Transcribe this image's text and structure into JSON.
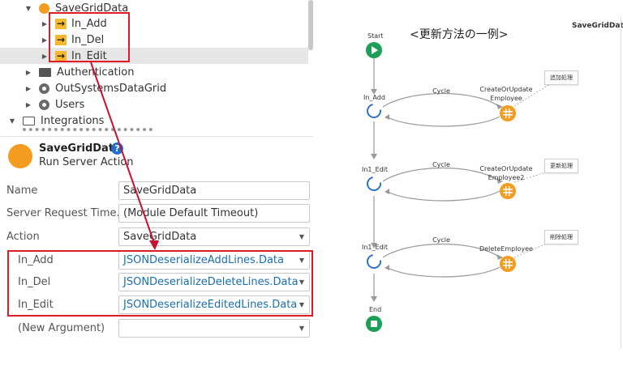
{
  "tree": {
    "items": [
      {
        "label": "SaveGridData"
      },
      {
        "label": "In_Add"
      },
      {
        "label": "In_Del"
      },
      {
        "label": "In_Edit"
      },
      {
        "label": "Authentication"
      },
      {
        "label": "OutSystemsDataGrid"
      },
      {
        "label": "Users"
      },
      {
        "label": "Integrations"
      }
    ]
  },
  "properties": {
    "title": "SaveGridData",
    "subtitle": "Run Server Action",
    "help_symbol": "?",
    "rows": [
      {
        "label": "Name",
        "value": "SaveGridData"
      },
      {
        "label": "Server Request Time...",
        "value": "(Module Default Timeout)"
      },
      {
        "label": "Action",
        "value": "SaveGridData"
      }
    ],
    "arguments": [
      {
        "label": "In_Add",
        "value": "JSONDeserializeAddLines.Data"
      },
      {
        "label": "In_Del",
        "value": "JSONDeserializeDeleteLines.Data"
      },
      {
        "label": "In_Edit",
        "value": "JSONDeserializeEditedLines.Data"
      },
      {
        "label": "(New Argument)",
        "value": ""
      }
    ]
  },
  "flow": {
    "title": "<更新方法の一例>",
    "action_name": "SaveGridData",
    "start_label": "Start",
    "end_label": "End",
    "loops": [
      {
        "node": "In_Add",
        "cycle": "Cycle",
        "aggregate": "CreateOrUpdate\nEmployee",
        "comment": "追加処理"
      },
      {
        "node": "In1_Edit",
        "cycle": "Cycle",
        "aggregate": "CreateOrUpdate\nEmployee2",
        "comment": "更新処理"
      },
      {
        "node": "In1_Edit",
        "cycle": "Cycle",
        "aggregate": "DeleteEmployee",
        "comment": "削除処理"
      }
    ]
  },
  "colors": {
    "accent_orange": "#f39c1f",
    "highlight_red": "#e01b24",
    "link_blue": "#1a6fb3",
    "flow_green": "#1e9f58",
    "loop_blue": "#2f73c8"
  }
}
